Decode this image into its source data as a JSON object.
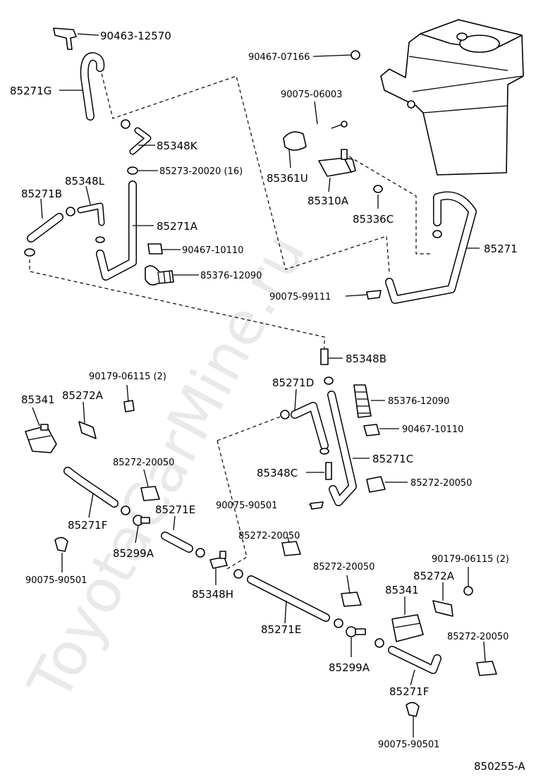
{
  "watermark": "ToyotaCarMine.ru",
  "diagram_id": "850255-A",
  "labels": {
    "p90463_12570": "90463-12570",
    "p85271G": "85271G",
    "p85348K": "85348K",
    "p85273_20020": "85273-20020 (16)",
    "p85348L": "85348L",
    "p85271B": "85271B",
    "p85271A": "85271A",
    "p90467_10110_top": "90467-10110",
    "p85376_12090_top": "85376-12090",
    "p90467_07166": "90467-07166",
    "p90075_06003": "90075-06003",
    "p85361U": "85361U",
    "p85310A": "85310A",
    "p85336C": "85336C",
    "p85271": "85271",
    "p90075_99111": "90075-99111",
    "p85348B": "85348B",
    "p90179_06115_left": "90179-06115 (2)",
    "p85341_left": "85341",
    "p85272A_left": "85272A",
    "p85271D": "85271D",
    "p85376_12090_mid": "85376-12090",
    "p90467_10110_mid": "90467-10110",
    "p85271C": "85271C",
    "p85348C": "85348C",
    "p85272_20050_a": "85272-20050",
    "p85272_20050_b": "85272-20050",
    "p90075_90501_mid": "90075-90501",
    "p85271E_upper": "85271E",
    "p85271F_left": "85271F",
    "p85299A_left": "85299A",
    "p90075_90501_left": "90075-90501",
    "p85348H": "85348H",
    "p85272_20050_c": "85272-20050",
    "p85272_20050_d": "85272-20050",
    "p90179_06115_right": "90179-06115 (2)",
    "p85272A_right": "85272A",
    "p85341_right": "85341",
    "p85271E_lower": "85271E",
    "p85299A_right": "85299A",
    "p85272_20050_e": "85272-20050",
    "p85271F_right": "85271F",
    "p90075_90501_right": "90075-90501"
  }
}
